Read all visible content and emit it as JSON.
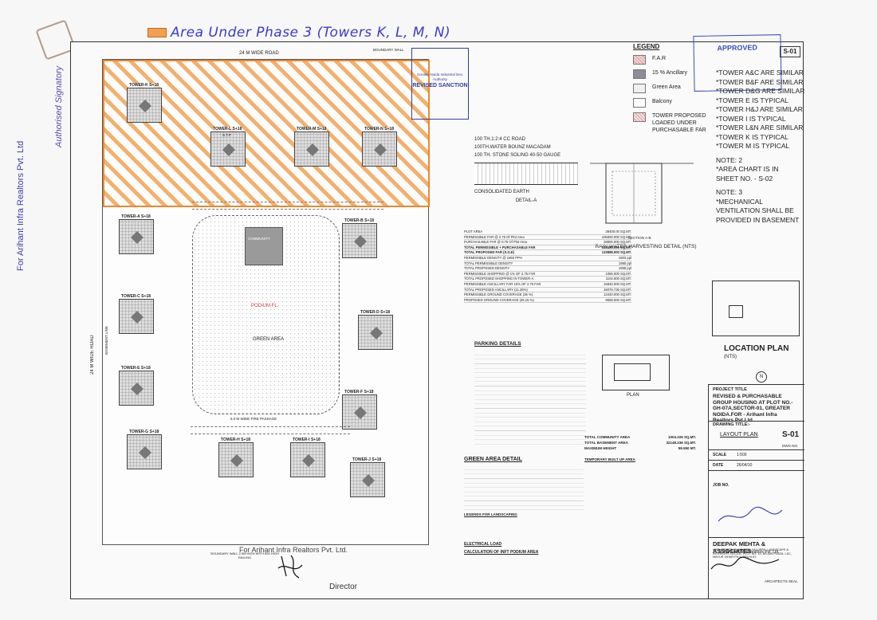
{
  "header_note": "Area Under Phase 3 (Towers K, L, M, N)",
  "side_texts": {
    "company_vertical": "For Arihant Infra Realtors Pvt. Ltd",
    "authorised": "Authorised Signatory"
  },
  "site": {
    "road_top": "24 M WIDE ROAD",
    "road_left": "24 M WIDE ROAD",
    "boundary_top": "BOUNDARY WALL",
    "boundary_bottom": "BOUNDARY WALL 2.5M HIGH WITH 600 HIGH RAILING",
    "stp": "S.T.P",
    "basement_line": "BASEMENT LINE",
    "community": "COMMUNITY",
    "podium": "PODIUM FL.",
    "green_area": "GREEN AREA",
    "fire_passage": "6.0 M WIDE FIRE PASSAGE",
    "towers": [
      {
        "label": "TOWER-K",
        "floors": "S+18"
      },
      {
        "label": "TOWER-L",
        "floors": "S+18"
      },
      {
        "label": "TOWER-M",
        "floors": "S+18"
      },
      {
        "label": "TOWER-N",
        "floors": "S+18"
      },
      {
        "label": "TOWER-A",
        "floors": "S+18"
      },
      {
        "label": "TOWER-B",
        "floors": "S+18"
      },
      {
        "label": "TOWER-C",
        "floors": "S+18"
      },
      {
        "label": "TOWER-D",
        "floors": "S+18"
      },
      {
        "label": "TOWER-E",
        "floors": "S+18"
      },
      {
        "label": "TOWER-F",
        "floors": "S+18"
      },
      {
        "label": "TOWER-G",
        "floors": "S+18"
      },
      {
        "label": "TOWER-H",
        "floors": "S+18"
      },
      {
        "label": "TOWER-I",
        "floors": "S+18"
      },
      {
        "label": "TOWER-J",
        "floors": "S+18"
      }
    ]
  },
  "stamps": {
    "sanction": "REVISED SANCTION",
    "authority": "Greater Noida Industrial Dev. Authority",
    "approved": "APPROVED",
    "sheet_top": "S-01"
  },
  "legend": {
    "title": "LEGEND",
    "items": [
      {
        "label": "F.A.R",
        "color": "#f2d2d2"
      },
      {
        "label": "15 % Ancillary",
        "color": "#8d8d9a"
      },
      {
        "label": "Green Area",
        "color": "#f0f0f0"
      },
      {
        "label": "Balcony",
        "color": "#fcfcfc"
      },
      {
        "label": "TOWER PROPOSED LOADED UNDER PURCHASABLE FAR",
        "color": "#f6dcdc"
      }
    ]
  },
  "notes": [
    "*TOWER A&C ARE SIMILAR",
    "*TOWER B&F ARE SIMILAR",
    "*TOWER D&G ARE SIMILAR",
    "*TOWER E IS TYPICAL",
    "*TOWER H&J ARE SIMILAR",
    "*TOWER I IS TYPICAL",
    "*TOWER L&N ARE SIMILAR",
    "*TOWER K IS TYPICAL",
    "*TOWER M IS TYPICAL",
    "NOTE: 2",
    "*AREA CHART IS IN",
    "SHEET NO. - S-02",
    "NOTE: 3",
    "*MECHANICAL",
    "VENTILATION SHALL BE",
    "PROVIDED IN BASEMENT"
  ],
  "detail_a": {
    "layers": [
      "100 TH.1:2:4 CC ROAD",
      "100TH.WATER BOUNZ MACADAM",
      "100 TH. STONE SOLING 40-50 GAUGE"
    ],
    "caption": "CONSOLIDATED EARTH",
    "title": "DETAIL-A"
  },
  "rain_water": {
    "section": "SECTION A-B",
    "caption": "RAIN WATER HARVESTING DETAIL (NTS)"
  },
  "area_table": [
    {
      "k": "PLOT AREA",
      "v": "38400.00 SQ.MT."
    },
    {
      "k": "PERMISSIBLE FAR @ 2.75 Of Plot Area",
      "v": "105600.000 SQ.MT."
    },
    {
      "k": "PURCHASABLE FAR @ 0.75 Of Plot Area",
      "v": "28800.000 SQ.MT."
    },
    {
      "k": "TOTAL PERMISSIBLE + PURCHASABLE FAR",
      "v": "134400.000 SQ.MT."
    },
    {
      "k": "TOTAL PROPOSED FAR (S.G.E)",
      "v": "133888.000 SQ.MT."
    },
    {
      "k": "PERMISSIBLE DENSITY @ 1650 PPH",
      "v": "1803 ppl"
    },
    {
      "k": "TOTAL PERMISSIBLE DENSITY",
      "v": "1980 ppl"
    },
    {
      "k": "TOTAL PROPOSED DENSITY",
      "v": "1968 ppl"
    },
    {
      "k": "PERMISSIBLE SHOPPING @ 1% OF 2.75 FAR",
      "v": "1056.000 SQ.MT."
    },
    {
      "k": "TOTAL PROPOSED SHOPPING IN TOWER-A",
      "v": "1104.600 SQ.MT."
    },
    {
      "k": "PERMISSIBLE ANCILLARY FAR 15% OF 2.75 FAR",
      "v": "15840.000 SQ.MT."
    },
    {
      "k": "TOTAL PROPOSED ANCILLARY (11.26%)",
      "v": "16075.735 SQ.MT."
    },
    {
      "k": "PERMISSIBLE GROUND COVERAGE (35 %)",
      "v": "13440.000 SQ.MT."
    },
    {
      "k": "PROPOSED GROUND COVERAGE (25.15 %)",
      "v": "9658.000 SQ.MT."
    }
  ],
  "section_titles": {
    "parking": "PARKING DETAILS",
    "green": "GREEN AREA DETAIL",
    "landscaping": "LEGENDS FOR LANDSCAPING",
    "electrical": "ELECTRICAL LOAD",
    "calc": "CALCULATION OF INFT PODIUM AREA",
    "plan": "PLAN",
    "temp": "TEMPORARY BUILT UP AREA"
  },
  "totals": [
    {
      "k": "TOTAL COMMUNITY AREA",
      "v": "1004.226 SQ.MT."
    },
    {
      "k": "TOTAL BASEMENT AREA",
      "v": "32148.236 SQ.MT."
    },
    {
      "k": "MAXIMUM HEIGHT",
      "v": "59.550 MT."
    }
  ],
  "location": {
    "title": "LOCATION PLAN",
    "sub": "(NTS)",
    "north": "N"
  },
  "title_block": {
    "project_title_label": "PROJECT TITLE",
    "project_title": "REVISED & PURCHASABLE GROUP HOUSING AT PLOT NO.-GH-07A,SECTOR-01, GREATER NOIDA.FOR - Arihant Infra Realtors.Pvt.Ltd",
    "drawing_title_label": "DRAWING TITLE:-",
    "drawing_title": "LAYOUT PLAN",
    "sheet_no": "S-01",
    "dwg_no": "DWG NO.",
    "scale_k": "SCALE",
    "scale_v": "1:500",
    "date_k": "DATE",
    "date_v": "26/04/10",
    "job_k": "JOB NO.",
    "architect": "DEEPAK MEHTA & ASSOCIATES",
    "architect_addr": "ARCHITECTS, PLANNERS, VALUERS, LANDSCAPE & INTERIORS 101-102, PLOT NO. 10, ARJUN PLAZA, LSC, MAYUR VIHAR PH.II, DELHI-91",
    "architect_sign": "ARCHITECTS SEAL",
    "client_label": "For Arihant Infra Realtors Pvt. Ltd."
  },
  "footer": {
    "company": "For Arihant Infra Realtors Pvt. Ltd.",
    "director": "Director"
  }
}
